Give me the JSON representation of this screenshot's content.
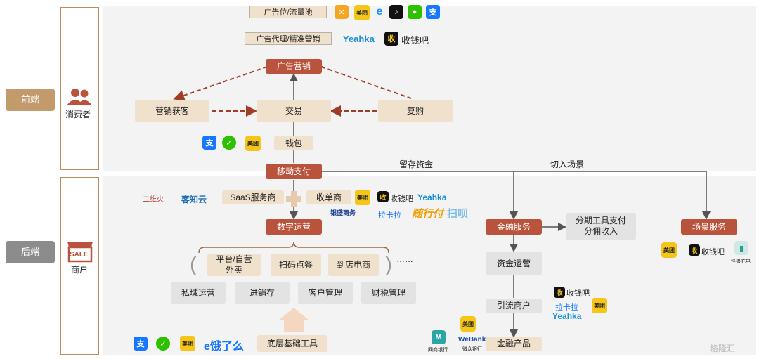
{
  "sides": {
    "front_label": "前端",
    "back_label": "后端",
    "consumer_label": "消费者",
    "merchant_label": "商户",
    "sale_sign": "SALE"
  },
  "top": {
    "ad_pool": "广告位/流量池",
    "ad_agent": "广告代理/精准营销",
    "ad_marketing": "广告营销"
  },
  "consumer_flow": {
    "acquire": "营销获客",
    "trade": "交易",
    "repurchase": "复购",
    "wallet": "钱包",
    "mobile_pay": "移动支付",
    "retained_funds": "留存资金",
    "enter_scene": "切入场景"
  },
  "merchant_flow": {
    "saas": "SaaS服务商",
    "acquirer": "收单商",
    "digital_ops": "数字运营",
    "platform_takeout": "平台/自营\n外卖",
    "scan_order": "扫码点餐",
    "store_ecom": "到店电商",
    "ellipsis": "……",
    "private_domain": "私域运营",
    "inventory": "进销存",
    "crm": "客户管理",
    "finance_tax": "财税管理",
    "base_tools": "底层基础工具"
  },
  "finance": {
    "fin_service": "金融服务",
    "installment": "分期工具支付\n分佣收入",
    "scene_service": "场景服务",
    "fund_ops": "资金运营",
    "drain_merchant": "引流商户",
    "fin_product": "金融产品"
  },
  "brands": {
    "meituan": "美团",
    "shouqianba": "收钱吧",
    "yeahka": "Yeahka",
    "lakala": "拉卡拉",
    "suixingfu": "随行付",
    "eleme": "饿了么",
    "erweihuo": "二维火",
    "kezhiyun": "客知云",
    "webank": "WeBank",
    "mybank": "网商银行",
    "webank_cn": "微众银行",
    "yinsheng": "银盛商务",
    "charging": "怪兽充电",
    "saoyisao": "扫呗",
    "watermark": "格隆汇"
  },
  "colors": {
    "accent_red": "#b9533c",
    "beige": "#f0e1cc",
    "frame_brown": "#c08a5a"
  }
}
